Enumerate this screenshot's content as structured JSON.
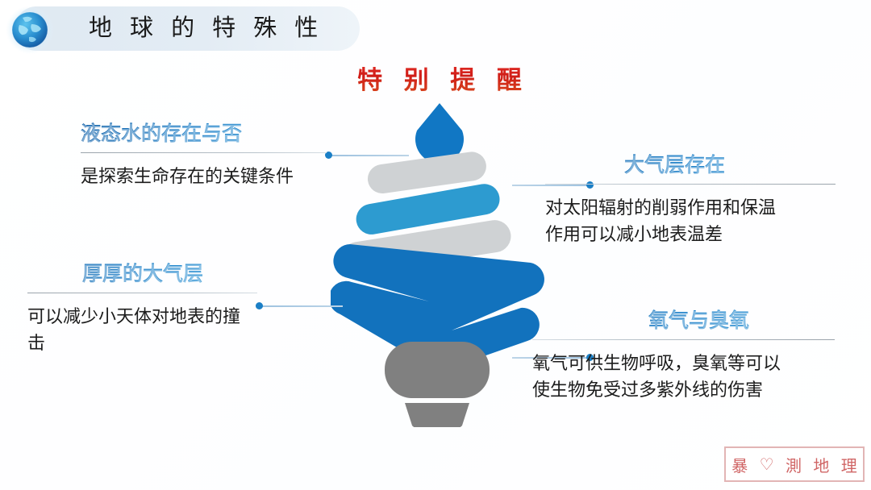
{
  "slide": {
    "title": "地 球 的 特 殊 性",
    "center_heading": "特 别 提 醒",
    "background_color": "#ffffff"
  },
  "icons": {
    "globe": "globe-icon",
    "bulb": "lightbulb-icon",
    "droplet": "water-droplet-icon"
  },
  "colors": {
    "accent_blue": "#1479c4",
    "deep_blue": "#0d5fa8",
    "teal_blue": "#2d9bd0",
    "light_gray": "#cfd2d4",
    "base_gray": "#808080",
    "red": "#cf1c17",
    "pill_bg": "#dfe9f2"
  },
  "blocks": {
    "left": [
      {
        "id": "liquid-water",
        "heading": "液态水的存在与否",
        "body": "是探索生命存在的关键条件"
      },
      {
        "id": "thick-atmosphere",
        "heading": "厚厚的大气层",
        "body": "可以减少小天体对地表的撞击"
      }
    ],
    "right": [
      {
        "id": "atmosphere-exists",
        "heading": "大气层存在",
        "body": "对太阳辐射的削弱作用和保温\n作用可以减小地表温差"
      },
      {
        "id": "oxygen-ozone",
        "heading": "氧气与臭氧",
        "body": "氧气可供生物呼吸，臭氧等可以\n使生物免受过多紫外线的伤害"
      }
    ]
  },
  "watermark": {
    "chars": [
      "暴",
      "♡",
      "測",
      "地",
      "理"
    ]
  }
}
